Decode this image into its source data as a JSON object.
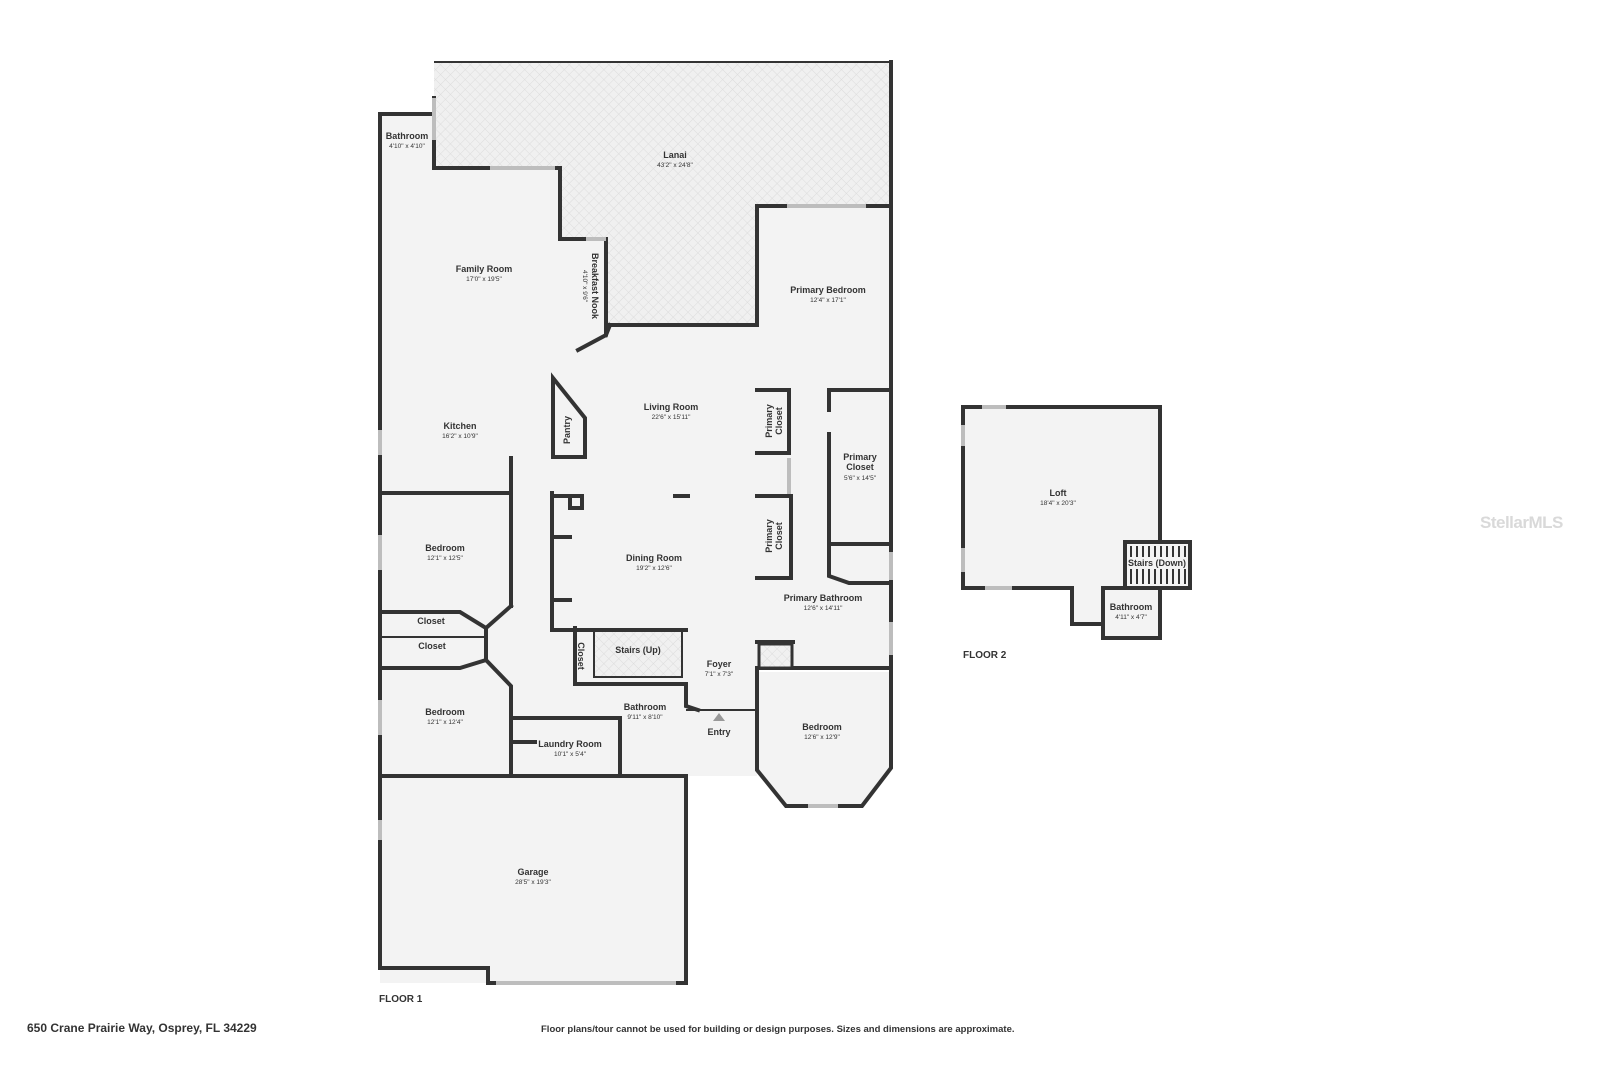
{
  "address": "650 Crane Prairie Way, Osprey, FL 34229",
  "disclaimer": "Floor plans/tour cannot be used for building or design purposes. Sizes and dimensions are approximate.",
  "watermark": "StellarMLS",
  "floor1_label": "FLOOR 1",
  "floor2_label": "FLOOR 2",
  "entry_label": "Entry",
  "rooms": {
    "bath_top": {
      "name": "Bathroom",
      "dims": "4'10\" x 4'10\""
    },
    "lanai": {
      "name": "Lanai",
      "dims": "43'2\" x 24'8\""
    },
    "family": {
      "name": "Family Room",
      "dims": "17'0\" x 19'5\""
    },
    "nook": {
      "name": "Breakfast Nook",
      "dims": "4'10\" x 9'6\""
    },
    "primary_bed": {
      "name": "Primary Bedroom",
      "dims": "12'4\" x 17'1\""
    },
    "living": {
      "name": "Living Room",
      "dims": "22'6\" x 15'11\""
    },
    "pantry": {
      "name": "Pantry"
    },
    "kitchen": {
      "name": "Kitchen",
      "dims": "16'2\" x 10'9\""
    },
    "primary_closet_a": {
      "name": "Primary Closet"
    },
    "primary_closet_b": {
      "name": "Primary Closet",
      "dims": "5'6\" x 14'5\""
    },
    "primary_closet_c": {
      "name": "Primary Closet"
    },
    "bed1": {
      "name": "Bedroom",
      "dims": "12'1\" x 12'5\""
    },
    "dining": {
      "name": "Dining Room",
      "dims": "19'2\" x 12'6\""
    },
    "primary_bath": {
      "name": "Primary Bathroom",
      "dims": "12'6\" x 14'11\""
    },
    "closet1": {
      "name": "Closet"
    },
    "closet2": {
      "name": "Closet"
    },
    "closet3": {
      "name": "Closet"
    },
    "stairs_up": {
      "name": "Stairs (Up)"
    },
    "foyer": {
      "name": "Foyer",
      "dims": "7'1\" x 7'3\""
    },
    "bed2": {
      "name": "Bedroom",
      "dims": "12'1\" x 12'4\""
    },
    "bath_mid": {
      "name": "Bathroom",
      "dims": "9'11\" x 8'10\""
    },
    "bed3": {
      "name": "Bedroom",
      "dims": "12'6\" x 12'9\""
    },
    "laundry": {
      "name": "Laundry Room",
      "dims": "10'1\" x 5'4\""
    },
    "garage": {
      "name": "Garage",
      "dims": "28'5\" x 19'3\""
    },
    "loft": {
      "name": "Loft",
      "dims": "18'4\" x 20'3\""
    },
    "stairs_down": {
      "name": "Stairs (Down)"
    },
    "bath_f2": {
      "name": "Bathroom",
      "dims": "4'11\" x 4'7\""
    }
  }
}
